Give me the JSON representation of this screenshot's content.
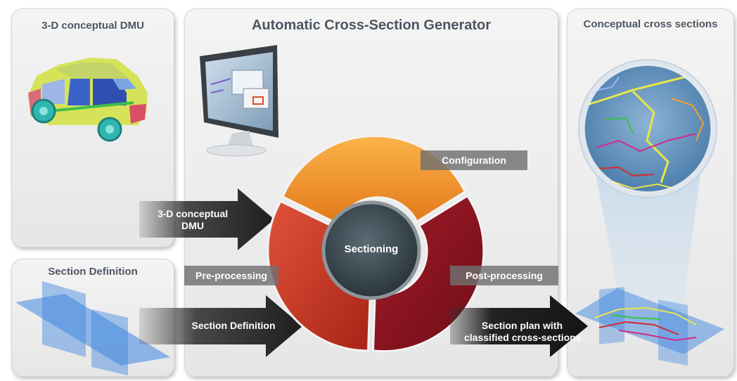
{
  "panels": {
    "dmu_title": "3-D conceptual DMU",
    "main_title": "Automatic Cross-Section Generator",
    "output_title": "Conceptual cross sections",
    "section_title": "Section Definition"
  },
  "cycle": {
    "center": "Sectioning",
    "configuration": "Configuration",
    "pre_processing": "Pre-processing",
    "post_processing": "Post-processing"
  },
  "arrows": {
    "dmu_line1": "3-D conceptual",
    "dmu_line2": "DMU",
    "section": "Section Definition",
    "output_line1": "Section plan with",
    "output_line2": "classified cross-sections"
  },
  "colors": {
    "configuration": "#f49a24",
    "pre_processing": "#c83a26",
    "post_processing": "#8a1320",
    "center": "#3d4a52",
    "arrow": "#262626",
    "planes": "#3f86e0"
  },
  "icons": [
    "car-model-icon",
    "monitor-icon",
    "section-planes-icon",
    "magnifier-icon",
    "cross-section-planes-icon"
  ]
}
